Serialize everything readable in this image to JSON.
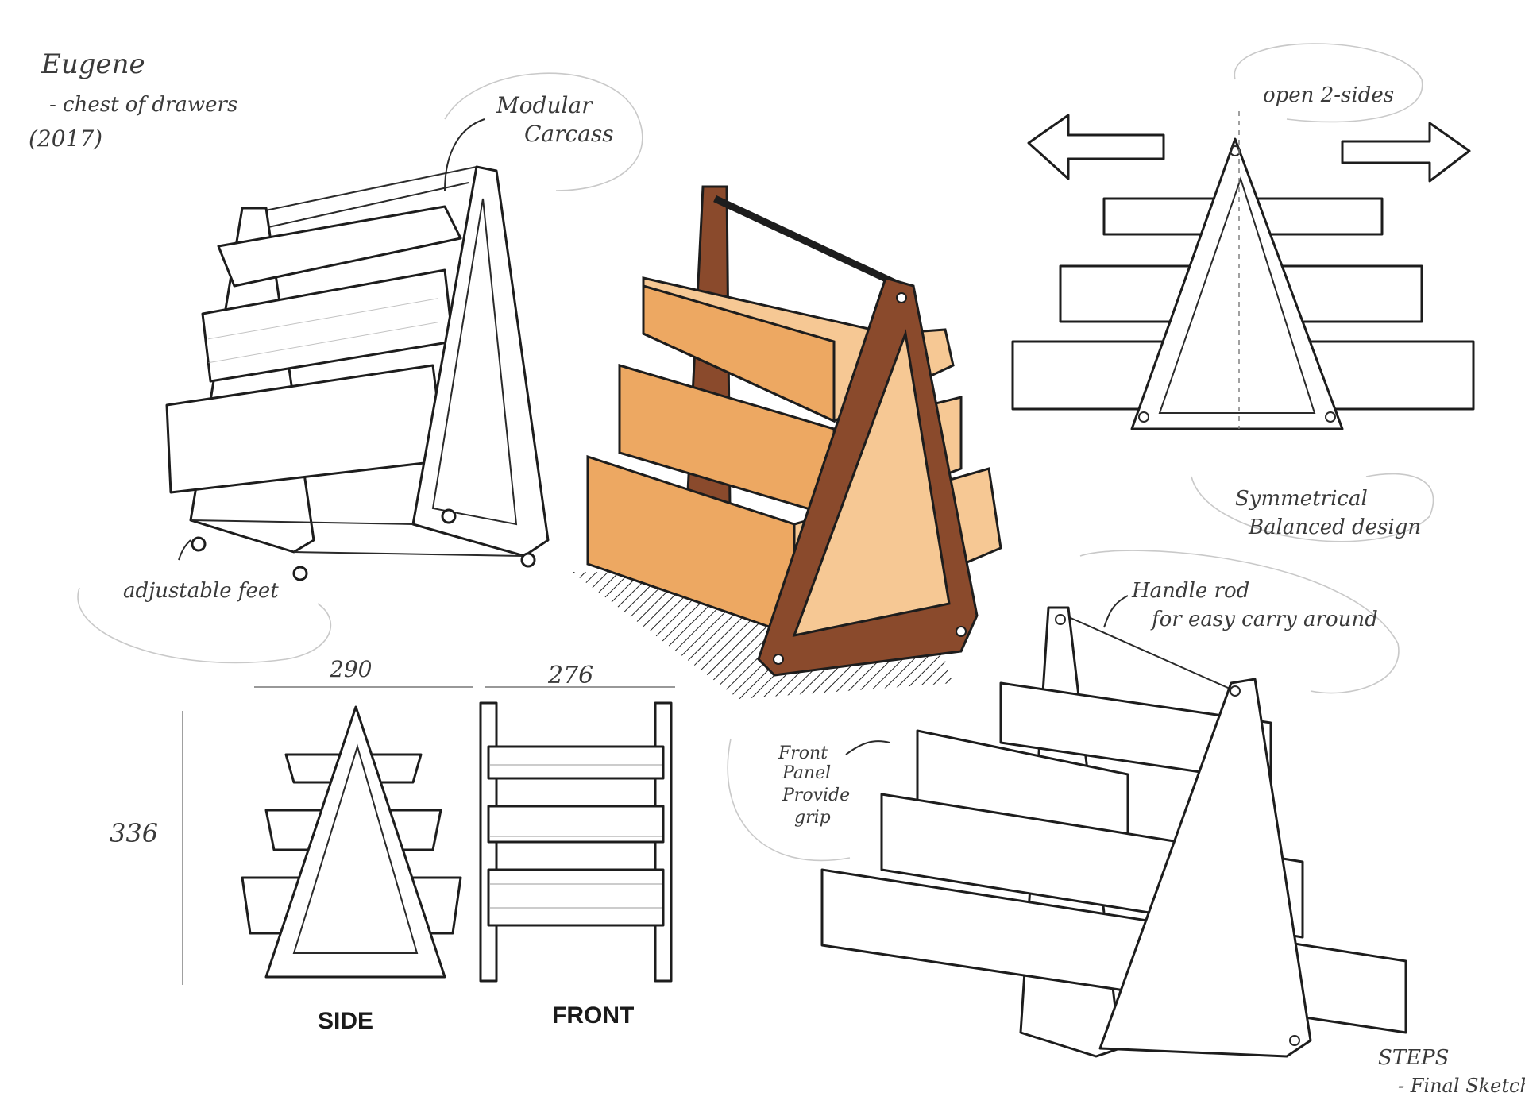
{
  "header": {
    "name": "Eugene",
    "subtitle": "- chest of drawers",
    "year": "(2017)"
  },
  "annotations": {
    "modular_carcass": [
      "Modular",
      "Carcass"
    ],
    "adjustable_feet": "adjustable feet",
    "open_sides": "open 2-sides",
    "symmetrical": [
      "Symmetrical",
      "Balanced design"
    ],
    "handle_rod": [
      "Handle rod",
      "for easy carry around"
    ],
    "front_panel": [
      "Front",
      "Panel",
      "Provide",
      "grip"
    ]
  },
  "dimensions": {
    "width_side": "290",
    "width_front": "276",
    "height": "336"
  },
  "views": {
    "side_label": "SIDE",
    "front_label": "FRONT"
  },
  "footer": {
    "steps": "STEPS",
    "stage": "- Final Sketch"
  },
  "colors": {
    "frame_wood": "#8a4a2c",
    "drawer_wood": "#eda862",
    "drawer_wood_light": "#f6c894",
    "ink": "#1d1d1d"
  }
}
